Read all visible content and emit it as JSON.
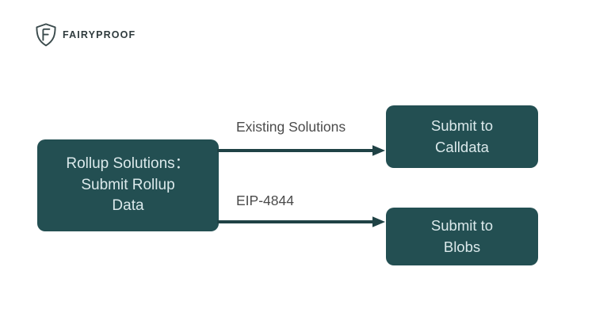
{
  "brand": {
    "logo_icon": "shield-f-icon",
    "name": "FAIRYPROOF"
  },
  "colors": {
    "node_fill": "#234f52",
    "node_text": "#dbe9eb",
    "arrow": "#1f4245",
    "edge_label_text": "#4b4b4b",
    "background": "#ffffff",
    "logo_text": "#2f3b3d"
  },
  "diagram": {
    "type": "flowchart",
    "direction": "left-to-right",
    "nodes": [
      {
        "id": "source",
        "label": "Rollup Solutions：\nSubmit Rollup\nData",
        "shape": "rounded-rectangle"
      },
      {
        "id": "calldata",
        "label": "Submit to\nCalldata",
        "shape": "rounded-rectangle"
      },
      {
        "id": "blobs",
        "label": "Submit to\nBlobs",
        "shape": "rounded-rectangle"
      }
    ],
    "edges": [
      {
        "id": "existing-solutions",
        "from": "source",
        "to": "calldata",
        "label": "Existing Solutions",
        "arrowhead": "filled-triangle"
      },
      {
        "id": "eip4844",
        "from": "source",
        "to": "blobs",
        "label": "EIP-4844",
        "arrowhead": "filled-triangle"
      }
    ]
  }
}
